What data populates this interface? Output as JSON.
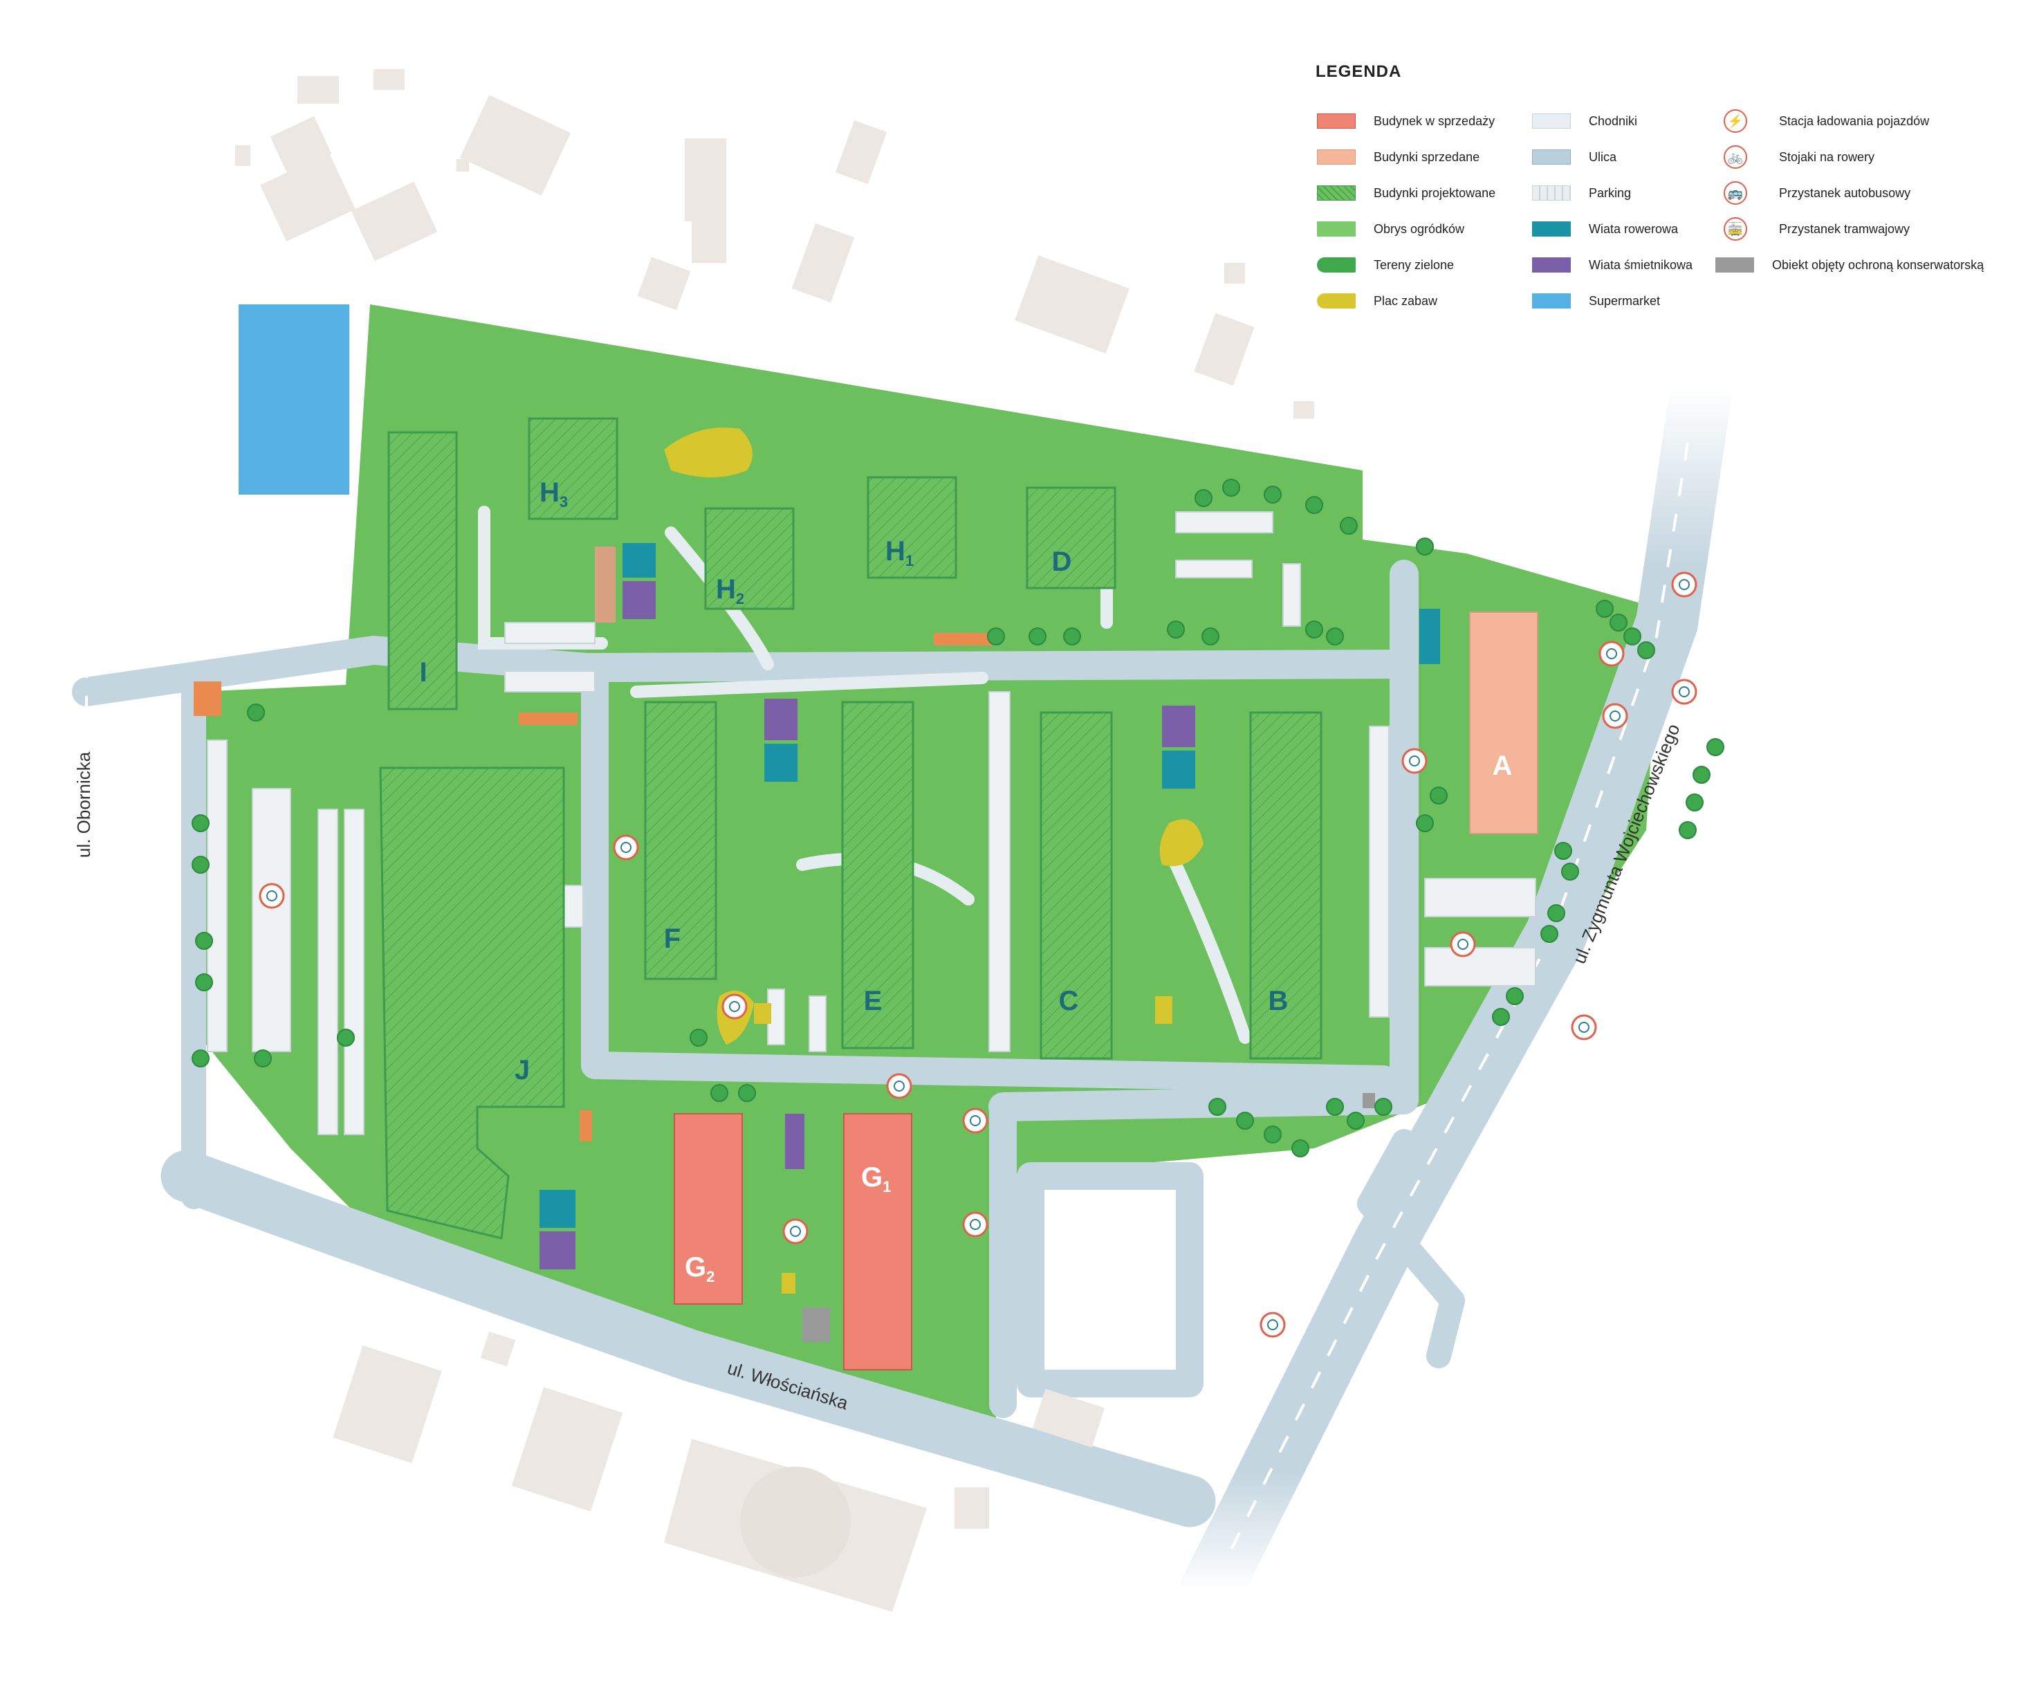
{
  "legend": {
    "title": "LEGENDA",
    "col1": [
      {
        "label": "Budynek w sprzedaży",
        "color": "#ef8475"
      },
      {
        "label": "Budynki sprzedane",
        "color": "#f5b59a"
      },
      {
        "label": "Budynki projektowane",
        "color": "#6bc05f"
      },
      {
        "label": "Obrys ogródków",
        "color": "#7ccb6a"
      },
      {
        "label": "Tereny zielone",
        "color": "#6bbf5c"
      },
      {
        "label": "Plac zabaw",
        "color": "#d8c62f"
      }
    ],
    "col2": [
      {
        "label": "Chodniki",
        "color": "#e8eef1"
      },
      {
        "label": "Ulica",
        "color": "#b9cfdb"
      },
      {
        "label": "Parking",
        "color": "#e9eef0"
      },
      {
        "label": "Wiata rowerowa",
        "color": "#1a93a6"
      },
      {
        "label": "Wiata śmietnikowa",
        "color": "#7b5ea8"
      },
      {
        "label": "Supermarket",
        "color": "#55b1e4"
      }
    ],
    "col3": [
      {
        "label": "Stacja ładowania pojazdów",
        "icon": "charging-station-icon",
        "glyph": "⚡"
      },
      {
        "label": "Stojaki na rowery",
        "icon": "bike-rack-icon",
        "glyph": "🚲"
      },
      {
        "label": "Przystanek autobusowy",
        "icon": "bus-stop-icon",
        "glyph": "🚌"
      },
      {
        "label": "Przystanek tramwajowy",
        "icon": "tram-stop-icon",
        "glyph": "🚋"
      },
      {
        "label": "Obiekt objęty ochroną konserwatorską",
        "color": "#9a9a9a"
      }
    ]
  },
  "streets": {
    "obornicka": "ul. Obornicka",
    "wloscianska": "ul. Włościańska",
    "wojciechowskiego": "ul. Zygmunta Wojciechowskiego"
  },
  "buildings": {
    "A": "A",
    "B": "B",
    "C": "C",
    "D": "D",
    "E": "E",
    "F": "F",
    "G1_letter": "G",
    "G1_sub": "1",
    "G2_letter": "G",
    "G2_sub": "2",
    "H1_letter": "H",
    "H1_sub": "1",
    "H2_letter": "H",
    "H2_sub": "2",
    "H3_letter": "H",
    "H3_sub": "3",
    "I": "I",
    "J": "J"
  },
  "colors": {
    "green": "#6bbf5c",
    "green_dark": "#3f9a4e",
    "road": "#c3d5df",
    "path": "#e6edf1",
    "sale": "#ef8475",
    "sold": "#f5b59a",
    "house": "#ece7e3",
    "supermarket": "#55b1e4"
  }
}
